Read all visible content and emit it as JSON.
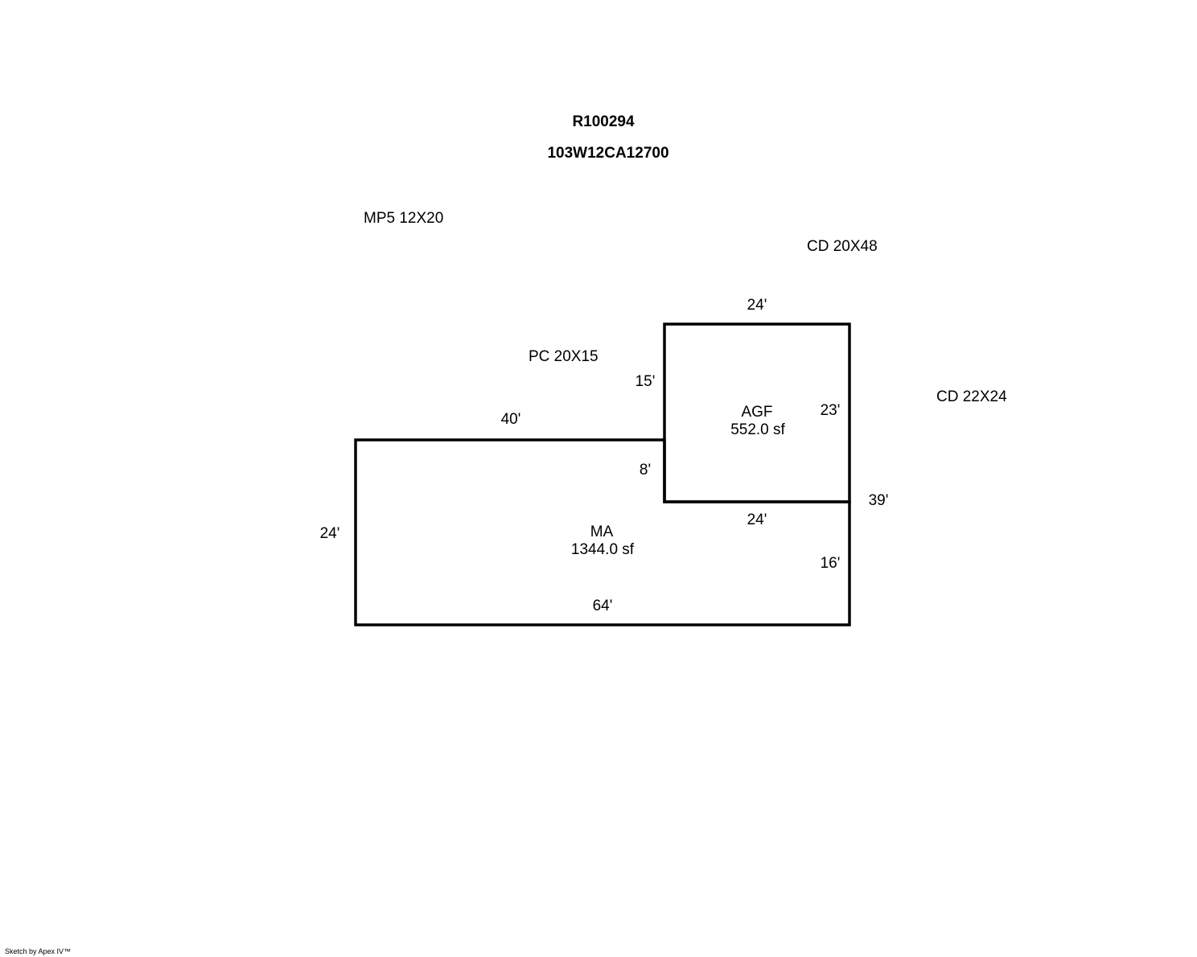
{
  "header": {
    "parcel_id": "R100294",
    "map_number": "103W12CA12700"
  },
  "annotations": {
    "mp5": "MP5 12X20",
    "cd_20x48": "CD 20X48",
    "pc": "PC 20X15",
    "cd_22x24": "CD 22X24"
  },
  "areas": {
    "agf": {
      "label": "AGF",
      "size": "552.0 sf"
    },
    "ma": {
      "label": "MA",
      "size": "1344.0 sf"
    }
  },
  "dimensions": {
    "agf_top": "24'",
    "agf_left": "15'",
    "agf_right": "23'",
    "ma_top": "40'",
    "ma_step": "8'",
    "agf_bottom": "24'",
    "right_total": "39'",
    "ma_left": "24'",
    "ma_right": "16'",
    "ma_bottom": "64'"
  },
  "footer": {
    "credit": "Sketch by Apex IV™"
  },
  "colors": {
    "line": "#000000",
    "background": "#ffffff"
  }
}
